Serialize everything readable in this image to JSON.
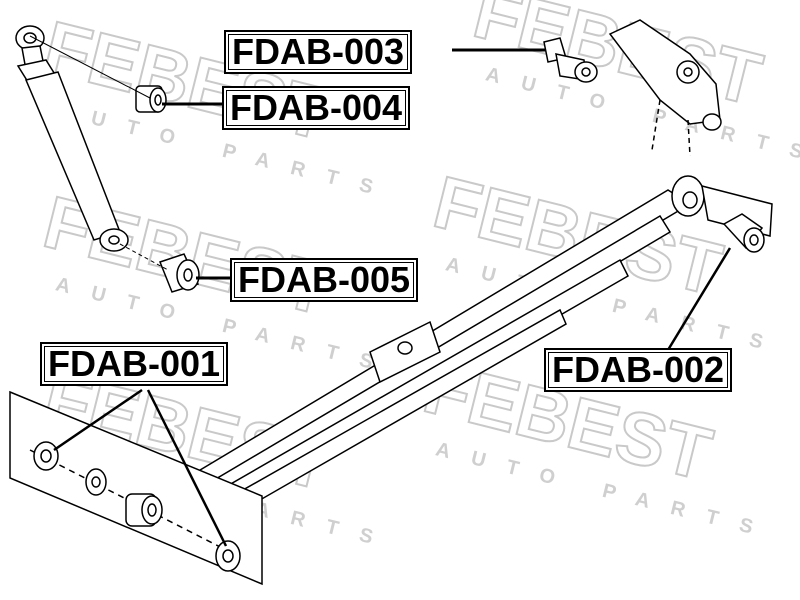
{
  "watermark": {
    "brand": "FEBEST",
    "sub": "AUTO PARTS"
  },
  "labels": [
    {
      "id": "fdab-003",
      "text": "FDAB-003"
    },
    {
      "id": "fdab-004",
      "text": "FDAB-004"
    },
    {
      "id": "fdab-005",
      "text": "FDAB-005"
    },
    {
      "id": "fdab-001",
      "text": "FDAB-001"
    },
    {
      "id": "fdab-002",
      "text": "FDAB-002"
    }
  ],
  "colors": {
    "line": "#000000",
    "watermark": "#c9c9c9",
    "background": "#ffffff"
  }
}
